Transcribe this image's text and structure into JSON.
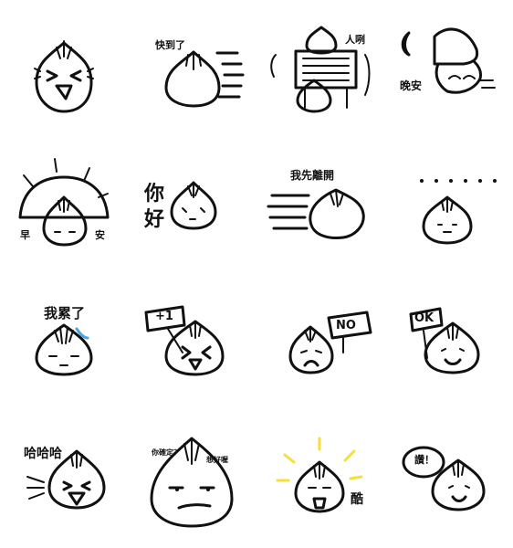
{
  "stickers": [
    {
      "id": "laughing",
      "texts": []
    },
    {
      "id": "almost-there",
      "texts": [
        "快到了"
      ]
    },
    {
      "id": "hey-people",
      "texts": [
        "人咧"
      ]
    },
    {
      "id": "good-night",
      "texts": [
        "晚安"
      ]
    },
    {
      "id": "good-morning",
      "texts": [
        "早",
        "安"
      ]
    },
    {
      "id": "hello",
      "texts": [
        "你",
        "好"
      ]
    },
    {
      "id": "leaving-first",
      "texts": [
        "我先離開"
      ]
    },
    {
      "id": "ellipsis",
      "texts": []
    },
    {
      "id": "tired",
      "texts": [
        "我累了"
      ]
    },
    {
      "id": "plus-one",
      "texts": [
        "+1"
      ]
    },
    {
      "id": "no-sign",
      "texts": [
        "NO"
      ]
    },
    {
      "id": "ok-sign",
      "texts": [
        "OK"
      ]
    },
    {
      "id": "hahaha",
      "texts": [
        "哈哈哈"
      ]
    },
    {
      "id": "are-you-sure",
      "texts": [
        "你確定？",
        "想好喔"
      ]
    },
    {
      "id": "cool",
      "texts": [
        "酷"
      ]
    },
    {
      "id": "praise",
      "texts": [
        "讚！"
      ]
    }
  ]
}
